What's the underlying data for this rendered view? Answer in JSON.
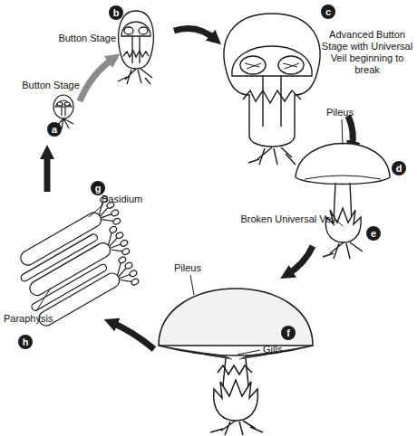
{
  "diagram": {
    "nodes": [
      {
        "text": [
          "a"
        ]
      },
      {
        "text": [
          "b"
        ]
      },
      {
        "text": [
          "c"
        ]
      },
      {
        "text": [
          "d"
        ]
      },
      {
        "text": [
          "e"
        ]
      },
      {
        "text": [
          "f"
        ]
      },
      {
        "text": [
          "g"
        ]
      },
      {
        "text": [
          "h"
        ]
      }
    ],
    "labels": [
      "Button Stage",
      "Button Stage",
      "Advanced Button Stage with Universal Veil beginning to break",
      "Pileus",
      "Broken Universal Veil",
      "Pileus",
      "Gills",
      "Basidium",
      "Paraphysis"
    ]
  }
}
